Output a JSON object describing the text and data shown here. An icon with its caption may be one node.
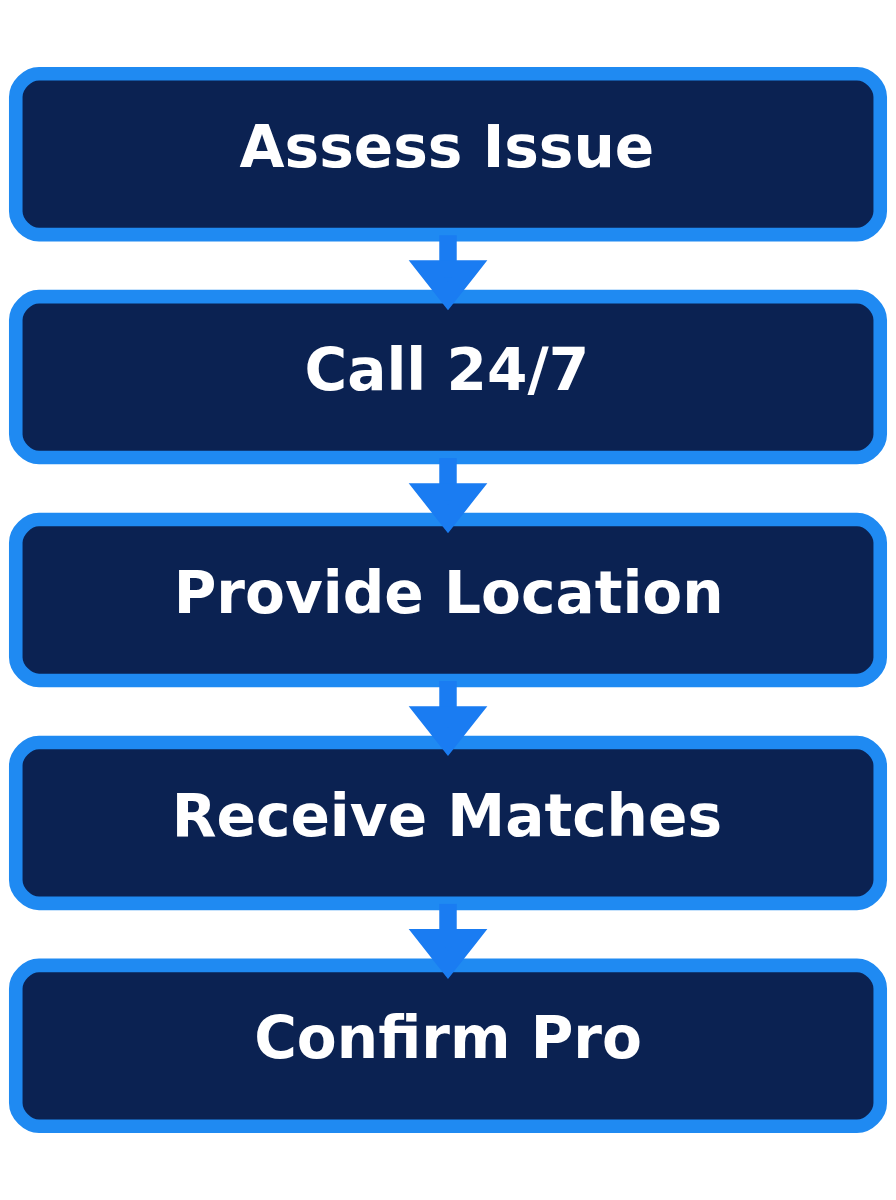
{
  "diagram": {
    "nodes": [
      {
        "text": [
          "Assess Issue"
        ]
      },
      {
        "text": [
          "Call 24/7"
        ]
      },
      {
        "text": [
          "Provide Location"
        ]
      },
      {
        "text": [
          "Receive Matches"
        ]
      },
      {
        "text": [
          "Confirm Pro"
        ]
      }
    ],
    "edges": [
      {
        "from": 0,
        "to": 1,
        "arrow": "to"
      },
      {
        "from": 1,
        "to": 2,
        "arrow": "to"
      },
      {
        "from": 2,
        "to": 3,
        "arrow": "to"
      },
      {
        "from": 3,
        "to": 4,
        "arrow": "to"
      }
    ]
  }
}
